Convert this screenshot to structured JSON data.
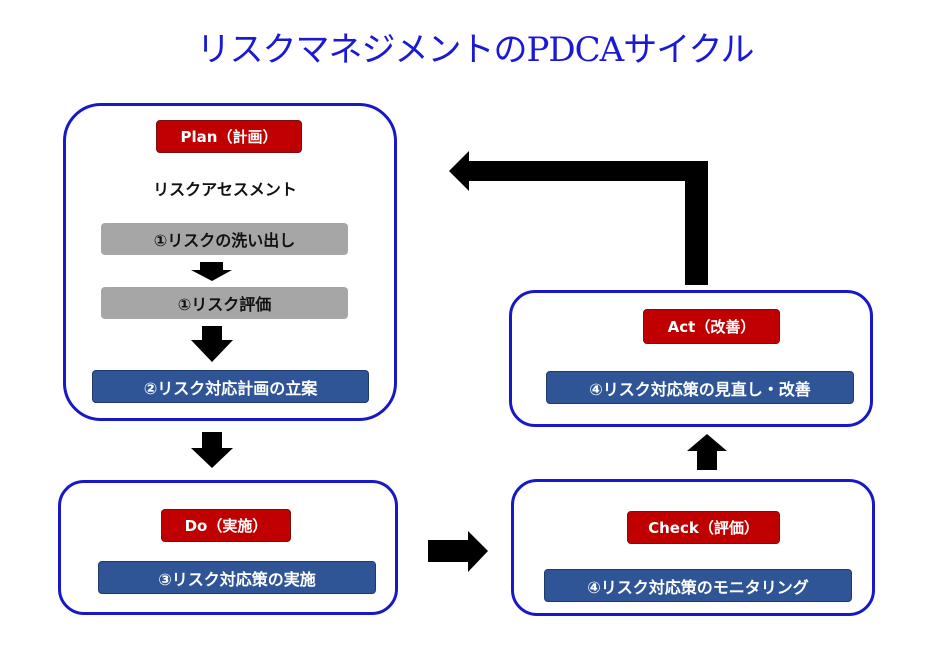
{
  "title": "リスクマネジメントのPDCAサイクル",
  "colors": {
    "title": "#1a1ad6",
    "panel_border": "#1818c8",
    "phase_label_bg": "#c00000",
    "action_label_bg": "#2f5597",
    "assessment_step_bg": "#a6a6a6",
    "arrow": "#000000"
  },
  "plan": {
    "phase_label": "Plan（計画）",
    "subheading": "リスクアセスメント",
    "steps": [
      "①リスクの洗い出し",
      "①リスク評価"
    ],
    "action": "②リスク対応計画の立案"
  },
  "do": {
    "phase_label": "Do（実施）",
    "action": "③リスク対応策の実施"
  },
  "check": {
    "phase_label": "Check（評価）",
    "action": "④リスク対応策のモニタリング"
  },
  "act": {
    "phase_label": "Act（改善）",
    "action": "④リスク対応策の見直し・改善"
  },
  "flow": [
    {
      "from": "plan",
      "to": "do",
      "icon": "arrow-down-icon"
    },
    {
      "from": "do",
      "to": "check",
      "icon": "arrow-right-icon"
    },
    {
      "from": "check",
      "to": "act",
      "icon": "arrow-up-icon"
    },
    {
      "from": "act",
      "to": "plan",
      "icon": "elbow-arrow-left-icon"
    }
  ]
}
